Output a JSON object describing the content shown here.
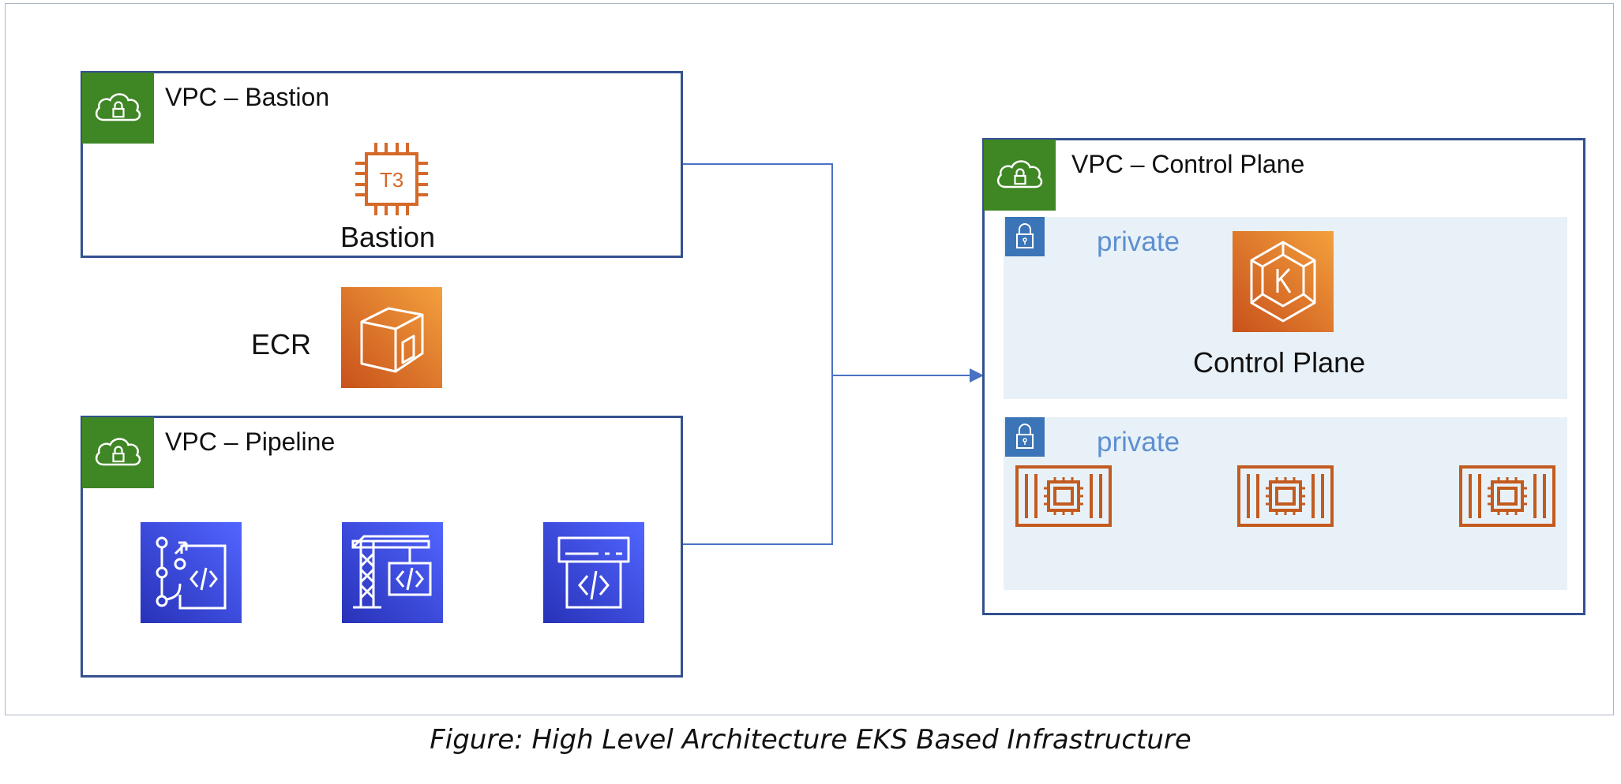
{
  "vpcs": {
    "bastion": {
      "title": "VPC – Bastion"
    },
    "pipeline": {
      "title": "VPC – Pipeline"
    },
    "control_plane": {
      "title": "VPC – Control Plane"
    }
  },
  "bastion": {
    "label": "Bastion",
    "instance_type": "T3",
    "icon": "ec2-instance-icon"
  },
  "ecr": {
    "label": "ECR",
    "icon": "ecr-icon"
  },
  "pipeline": {
    "icons": [
      "codecommit-icon",
      "codebuild-icon",
      "codedeploy-icon"
    ]
  },
  "control_plane_vpc": {
    "subnets": [
      {
        "label": "private",
        "content": "Control Plane",
        "icon": "eks-icon"
      },
      {
        "label": "private",
        "icons": [
          "container-icon",
          "container-icon",
          "container-icon"
        ]
      }
    ]
  },
  "caption": "Figure: High Level Architecture EKS Based Infrastructure",
  "colors": {
    "vpc_border": "#34508f",
    "vpc_badge": "#3f8624",
    "subnet_bg": "#e8f1f7",
    "subnet_lock": "#3b75b7",
    "subnet_label": "#5d8fd1",
    "compute_orange": "#d4692a",
    "dev_tools_blue": "#3f4fd8",
    "connector": "#4a72c4"
  }
}
